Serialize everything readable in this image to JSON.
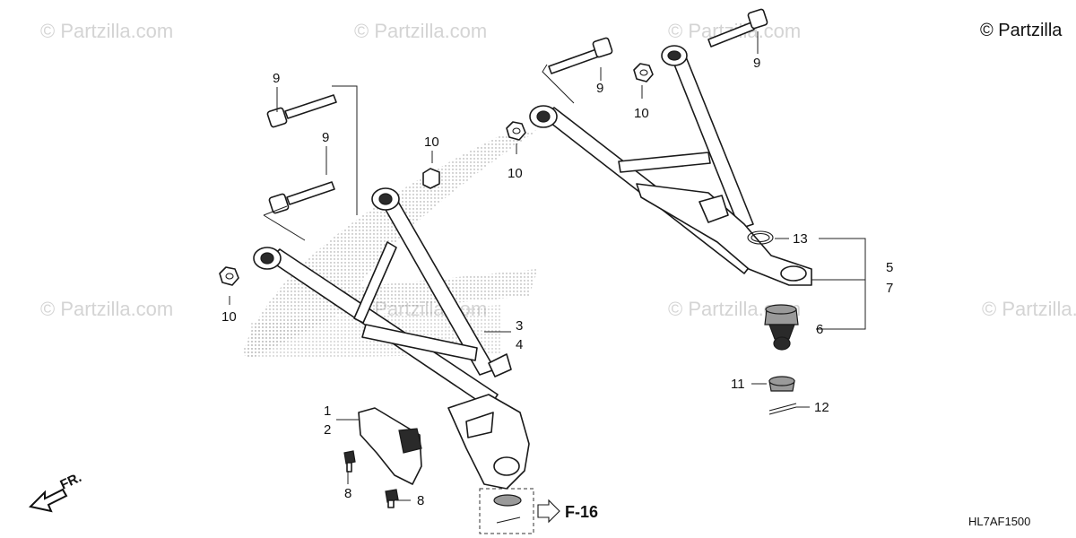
{
  "copyright": "© Partzilla",
  "watermark": "© Partzilla.com",
  "diagram_code": "HL7AF1500",
  "reference_label": "F-16",
  "front_label": "FR.",
  "callouts": {
    "c9a": "9",
    "c9b": "9",
    "c9c": "9",
    "c9d": "9",
    "c10a": "10",
    "c10b": "10",
    "c10c": "10",
    "c10d": "10",
    "c1": "1",
    "c2": "2",
    "c3": "3",
    "c4": "4",
    "c5": "5",
    "c6": "6",
    "c7": "7",
    "c8a": "8",
    "c8b": "8",
    "c11": "11",
    "c12": "12",
    "c13": "13"
  }
}
